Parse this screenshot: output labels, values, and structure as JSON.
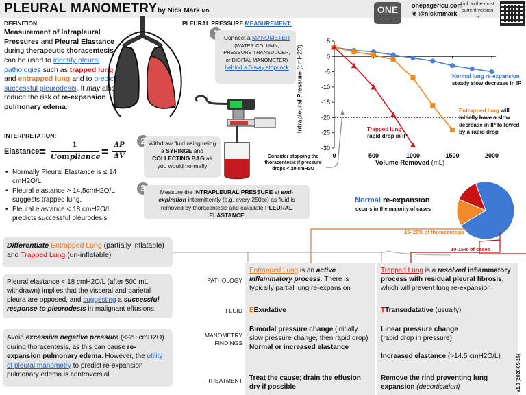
{
  "header": {
    "title": "PLEURAL MANOMETRY",
    "by": "by Nick Mark",
    "md": "MD",
    "logo_text": "ONE",
    "site": "onepagericu.com",
    "twitter": "@nickmmark",
    "link_note": "Link to the most current version →"
  },
  "definition": {
    "label": "DEFINITION:",
    "heading1": "Measurement of Intrapleural Pressures",
    "and": "and",
    "heading2": "Pleural Elastance",
    "during": "during",
    "heading3": "therapeutic thoracentesis",
    "body1": "can be used to",
    "link1": "identify pleural pathologies",
    "such_as": "such as",
    "trapped": "trapped lung",
    "and2": "and",
    "entrapped": "entrapped lung",
    "and_to": "and to",
    "link2": "predict successful pleurodesis",
    "period": ".",
    "it": "It",
    "may": "may",
    "also": "also reduce the risk of",
    "reexp": "re-expansion pulmonary edema",
    "end": "."
  },
  "interpretation": {
    "label": "INTERPRETATION:",
    "elastance": "Elastance",
    "eq": "=",
    "numerator": "1",
    "denominator": "Compliance",
    "eq2": "=",
    "dp": "ΔP",
    "dv": "ΔV",
    "bullets": [
      "Normally Pleural Elastance is ≤ 14 cmH2O/L.",
      "Pleural elastance > 14.5cmH2O/L suggests trapped lung.",
      "Pleural elastance < 18 cmH2O/L predicts successful pleurodesis"
    ]
  },
  "measurement": {
    "label": "PLEURAL PRESSURE",
    "label_link": "MEASUREMENT:",
    "step1_num": "1",
    "step1_a": "Connect a",
    "step1_link": "MANOMETER",
    "step1_b": "(WATER COLUMN, PRESSURE TRANSDUCER, or DIGITAL MANOMETER)",
    "step1_link2": "behind a 3-way stopcock",
    "gauge": "-03",
    "step2_num": "2",
    "step2_a": "Withdraw fluid using using a",
    "step2_b": "SYRINGE",
    "step2_c": "and",
    "step2_d": "COLLECTING BAG",
    "step2_e": "as you would normally",
    "step3_num": "3",
    "step3_a": "Measure the",
    "step3_b": "INTRAPLEURAL PRESSURE",
    "step3_c": "at",
    "step3_d": "end-expiration",
    "step3_e": "intermittently (e.g. every 250cc) as fluid is removed by thoracentesis and calculate",
    "step3_f": "PLEURAL ELASTANCE",
    "consider": "Consider stopping the thoracentesis if pressure drops < 20 cmH2O"
  },
  "chart_data": {
    "type": "line",
    "xlabel": "Volume Removed",
    "xunit": "(mL)",
    "ylabel": "Intrapleural Pressure",
    "yunit": "(cmH2O)",
    "xlim": [
      0,
      2000
    ],
    "ylim": [
      -30,
      5
    ],
    "x_ticks": [
      0,
      500,
      1000,
      1500,
      2000
    ],
    "y_ticks": [
      5,
      0,
      -5,
      -10,
      -15,
      -20,
      -25,
      -30
    ],
    "threshold": -20,
    "series": [
      {
        "name": "Normal lung re-expansion",
        "color": "#4a7fd8",
        "marker": "circle",
        "x": [
          0,
          250,
          500,
          750,
          1000,
          1250,
          1500,
          1750,
          2000
        ],
        "y": [
          3,
          2,
          1.5,
          0.5,
          -0.5,
          -1.5,
          -3,
          -4,
          -5
        ]
      },
      {
        "name": "Entrapped lung",
        "color": "#f08a1c",
        "marker": "square",
        "x": [
          0,
          250,
          500,
          750,
          1000,
          1250,
          1500
        ],
        "y": [
          3,
          1.5,
          0.5,
          -1,
          -7,
          -16,
          -24
        ]
      },
      {
        "name": "Trapped lung",
        "color": "#d2161b",
        "marker": "triangle",
        "x": [
          0,
          250,
          500,
          750,
          1000
        ],
        "y": [
          3,
          -3,
          -10,
          -19,
          -29
        ]
      }
    ],
    "annotations": {
      "normal_a": "Normal lung re-expansion",
      "normal_b": "steady slow decrease in IP",
      "entrapped_a": "Entrapped lung",
      "entrapped_b": "will initially have a slow decrease in IP followed by a rapid drop",
      "trapped_a": "Trapped lung",
      "trapped_b": "rapid drop in IP"
    }
  },
  "pie": {
    "normal": "Normal",
    "reexp": "re-expansion",
    "sub": "occurs in the majority of cases",
    "entrapped_pct": "15- 20% of thoracentesis",
    "trapped_pct": "10-15% of cases",
    "slices": [
      {
        "label": "normal",
        "value": 72,
        "color": "#3e79d6"
      },
      {
        "label": "entrapped",
        "value": 15,
        "color": "#f08a2a"
      },
      {
        "label": "trapped",
        "value": 13,
        "color": "#c81214"
      }
    ]
  },
  "lower_left": {
    "diff_a": "Differentiate",
    "diff_b": "Entrapped Lung",
    "diff_c": "(partially inflatable) and",
    "diff_d": "Trapped Lung",
    "diff_e": "(un-inflatable)",
    "box2_a": "Pleural elastance < 18 cmH2O/L (after 500 mL withdrawn) implies that the visceral and parietal pleura are opposed, and",
    "box2_link": "suggesting",
    "box2_b": "a",
    "box2_c": "successful response to pleurodesis",
    "box2_d": "in malignant effusions.",
    "box3_a": "Avoid",
    "box3_b": "excessive negative pressure",
    "box3_c": "(<-20 cmH2O) during thoracentesis, as this can cause",
    "box3_d": "re-expansion pulmonary edema",
    "box3_e": ". However, the",
    "box3_link": "utility of pleural manometry",
    "box3_f": "to predict re-expansion pulmonary edema is controversial."
  },
  "table": {
    "rows": [
      {
        "label": "PATHOLOGY"
      },
      {
        "label": "FLUID"
      },
      {
        "label": "MANOMETRY FINDINGS"
      },
      {
        "label": "TREATMENT"
      }
    ],
    "entrapped": {
      "path_a": "Entrapped Lung",
      "path_b": "is an",
      "path_c": "active inflammatory process.",
      "path_d": "There is typically partial lung re-expansion",
      "fluid": "Exudative",
      "mano_a": "Bimodal pressure change",
      "mano_b": "(initially slow pressure change, then rapid drop)",
      "mano_c": "Normal or increased elastance",
      "treat": "Treat the cause; drain the effusion dry if possible"
    },
    "trapped": {
      "path_a": "Trapped Lung",
      "path_b": "is a",
      "path_c": "resolved",
      "path_d": "inflammatory process with residual pleural fibrosis,",
      "path_e": "which will prevent lung re-expansion",
      "fluid_a": "Transudatative",
      "fluid_b": "(usually)",
      "mano_a": "Linear pressure change",
      "mano_b": "(rapid drop in pressure)",
      "mano_c": "Increased elastance",
      "mano_d": "(>14.5 cmH2O/L)",
      "treat_a": "Remove the rind preventing lung expansion",
      "treat_b": "(decortication)"
    }
  },
  "version": "v1.0 (2020-09-15)"
}
